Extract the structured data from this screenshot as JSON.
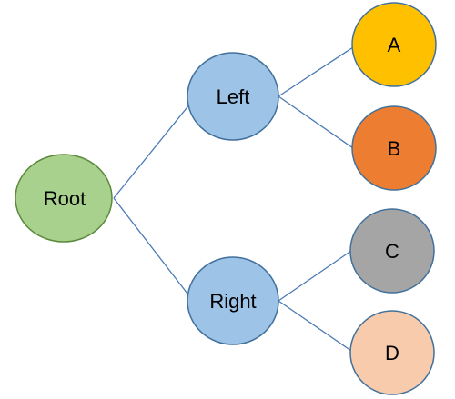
{
  "diagram": {
    "nodes": [
      {
        "id": "root",
        "label": "Root",
        "fill": "#a9d18e",
        "stroke": "#5b8a3c"
      },
      {
        "id": "left",
        "label": "Left",
        "fill": "#9dc3e6",
        "stroke": "#41719c"
      },
      {
        "id": "right",
        "label": "Right",
        "fill": "#9dc3e6",
        "stroke": "#41719c"
      },
      {
        "id": "a",
        "label": "A",
        "fill": "#ffc000",
        "stroke": "#41719c"
      },
      {
        "id": "b",
        "label": "B",
        "fill": "#ed7d31",
        "stroke": "#41719c"
      },
      {
        "id": "c",
        "label": "C",
        "fill": "#a5a5a5",
        "stroke": "#41719c"
      },
      {
        "id": "d",
        "label": "D",
        "fill": "#f8cbad",
        "stroke": "#41719c"
      }
    ],
    "edges": [
      {
        "from": "root",
        "to": "left"
      },
      {
        "from": "root",
        "to": "right"
      },
      {
        "from": "left",
        "to": "a"
      },
      {
        "from": "left",
        "to": "b"
      },
      {
        "from": "right",
        "to": "c"
      },
      {
        "from": "right",
        "to": "d"
      }
    ],
    "edge_color": "#4a7ab5"
  }
}
